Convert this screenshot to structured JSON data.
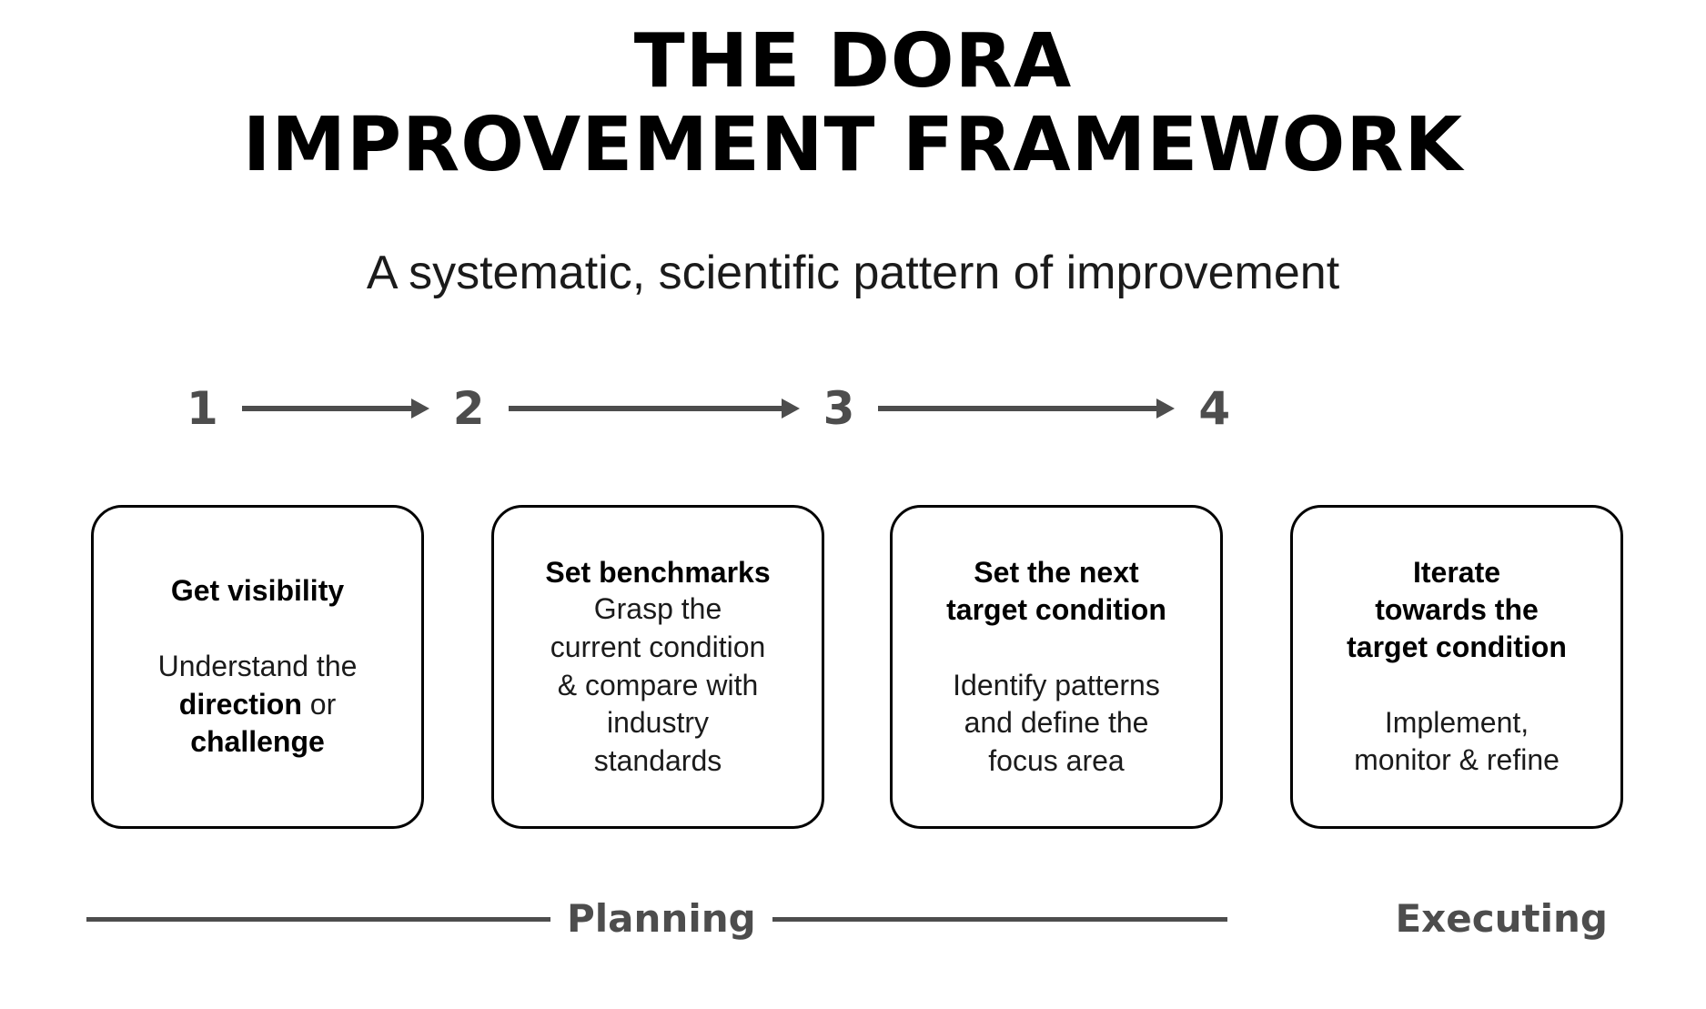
{
  "header": {
    "title": "THE DORA\nIMPROVEMENT FRAMEWORK",
    "subtitle": "A systematic, scientific pattern of improvement"
  },
  "steps": [
    {
      "number": "1"
    },
    {
      "number": "2"
    },
    {
      "number": "3"
    },
    {
      "number": "4"
    }
  ],
  "cards": [
    {
      "heading": "Get visibility",
      "body_line1": "Understand the",
      "body_bold1": "direction",
      "body_mid": " or",
      "body_bold2": "challenge",
      "spacing": "gap"
    },
    {
      "heading": "Set benchmarks",
      "body": "Grasp the\ncurrent condition\n& compare with\nindustry\nstandards",
      "spacing": "none"
    },
    {
      "heading": "Set the next\ntarget condition",
      "body": "Identify patterns\nand define the\nfocus area",
      "spacing": "gap"
    },
    {
      "heading": "Iterate\ntowards the\ntarget condition",
      "body": "Implement,\nmonitor & refine",
      "spacing": "gap"
    }
  ],
  "phases": {
    "planning_label": "Planning",
    "executing_label": "Executing"
  },
  "colors": {
    "accent_gray": "#4d4d4d",
    "ink": "#000000",
    "background": "#ffffff"
  }
}
